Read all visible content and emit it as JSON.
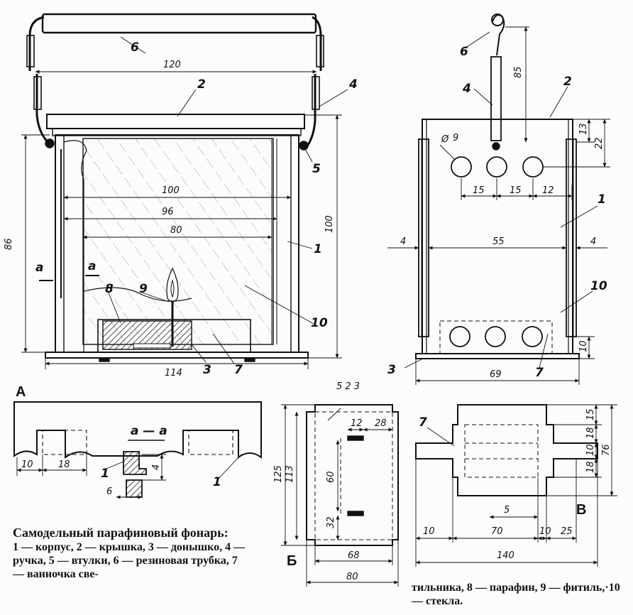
{
  "caption": {
    "title": "Самодельный парафиновый фонарь:",
    "legend_left": "1 — корпус, 2 — крышка, 3 — донышко, 4 — ручка, 5 — втулки, 6 — резиновая трубка, 7 — ванночка све-",
    "legend_right": "тильника, 8 — парафин, 9 — фитиль,·10 — стекла."
  },
  "views": {
    "a": "А",
    "b": "Б",
    "v": "В",
    "section": "а — а",
    "sect_mark": "а"
  },
  "parts": {
    "p1": "1",
    "p2": "2",
    "p3": "3",
    "p4": "4",
    "p5": "5",
    "p6": "6",
    "p7": "7",
    "p8": "8",
    "p9": "9",
    "p10": "10"
  },
  "dims_front": {
    "d120": "120",
    "d100": "100",
    "d96": "96",
    "d80": "80",
    "d114": "114",
    "d86": "86",
    "d100v": "100"
  },
  "dims_side": {
    "d85": "85",
    "d13": "13",
    "d22": "22",
    "d9": "9",
    "d15a": "15",
    "d15b": "15",
    "d12": "12",
    "d4a": "4",
    "d55": "55",
    "d4b": "4",
    "d10": "10",
    "d69": "69"
  },
  "dims_a": {
    "d10": "10",
    "d18": "18",
    "d4": "4",
    "d6": "6"
  },
  "dims_b": {
    "d523": "5 2 3",
    "d12": "12",
    "d28": "28",
    "d60": "60",
    "d32": "32",
    "d125": "125",
    "d113": "113",
    "d68": "68",
    "d80": "80"
  },
  "dims_v": {
    "d15": "15",
    "d18a": "18",
    "d10": "10",
    "d18b": "18",
    "d76": "76",
    "d5": "5",
    "d10a": "10",
    "d70": "70",
    "d10b": "10",
    "d25": "25",
    "d140": "140"
  }
}
